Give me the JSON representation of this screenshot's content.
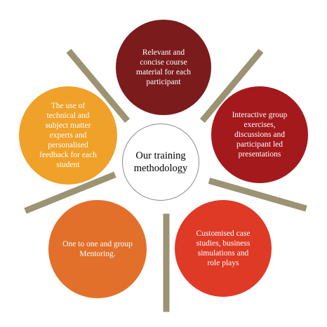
{
  "center": {
    "label": "Our training\nmethodology"
  },
  "nodes": [
    {
      "id": "top",
      "label": "Relevant and\nconcise course\nmaterial for each\nparticipant",
      "color": "#7b1b1c"
    },
    {
      "id": "right",
      "label": "Interactive group\nexercises,\ndiscussions and\nparticipant led\npresentations",
      "color": "#a3191c"
    },
    {
      "id": "bottom-right",
      "label": "Customised case\nstudies, business\nsimulations and\nrole plays",
      "color": "#de3a26"
    },
    {
      "id": "bottom-left",
      "label": "One to one and group\nMentoring.",
      "color": "#e2702a"
    },
    {
      "id": "left",
      "label": "The use of\ntechnical and\nsubject matter\nexperts and\npersonalised\nfeedback for each\nstudent",
      "color": "#f0a129"
    }
  ],
  "divider_color": "#9c9373"
}
